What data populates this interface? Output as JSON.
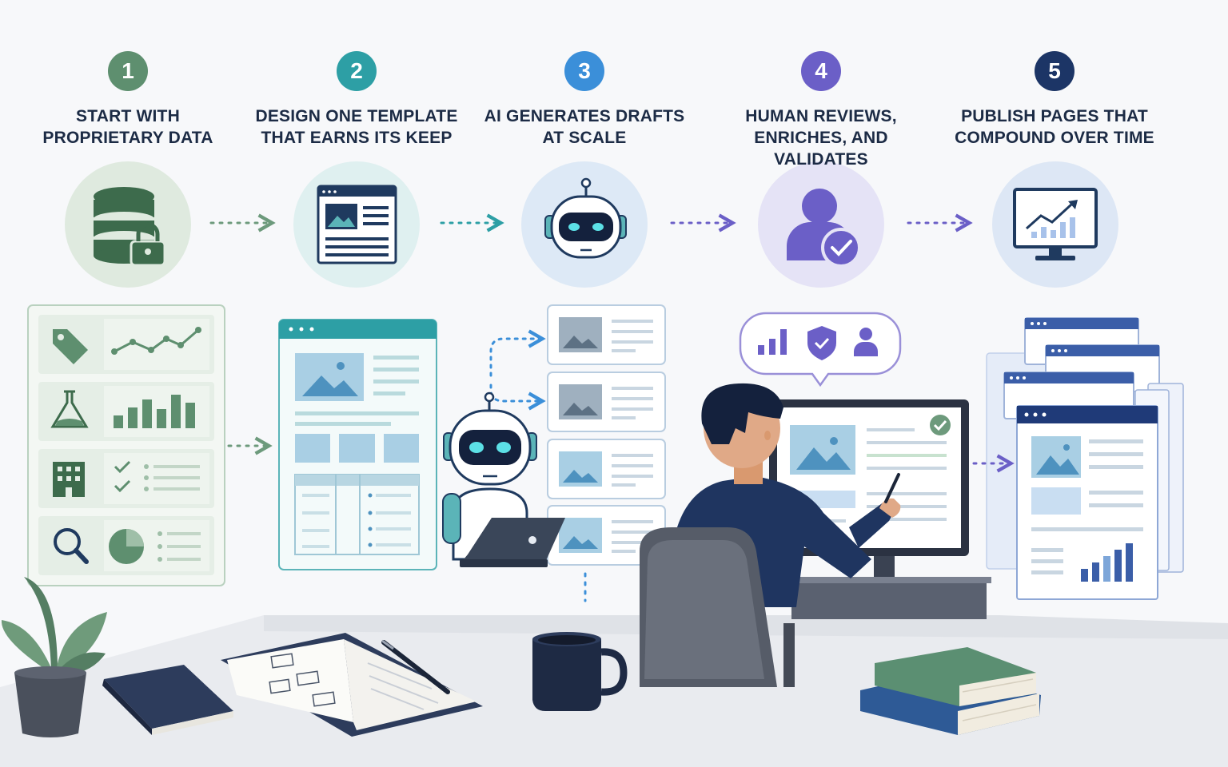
{
  "steps": [
    {
      "number": "1",
      "line1": "START WITH",
      "line2": "PROPRIETARY DATA",
      "color": "#5e8f6f",
      "icon": "database-lock-icon"
    },
    {
      "number": "2",
      "line1": "DESIGN ONE TEMPLATE",
      "line2": "THAT EARNS ITS KEEP",
      "color": "#2d9fa5",
      "icon": "template-icon"
    },
    {
      "number": "3",
      "line1": "AI GENERATES DRAFTS",
      "line2": "AT SCALE",
      "color": "#3b8fd9",
      "icon": "robot-icon"
    },
    {
      "number": "4",
      "line1": "HUMAN REVIEWS,",
      "line2": "ENRICHES, AND VALIDATES",
      "color": "#6b5fc7",
      "icon": "user-check-icon"
    },
    {
      "number": "5",
      "line1": "PUBLISH PAGES THAT",
      "line2": "COMPOUND OVER TIME",
      "color": "#1c3566",
      "icon": "monitor-growth-icon"
    }
  ],
  "colors": {
    "green": "#5e8f6f",
    "teal": "#2d9fa5",
    "blue": "#3b8fd9",
    "purple": "#6b5fc7",
    "navy": "#1c3566"
  }
}
